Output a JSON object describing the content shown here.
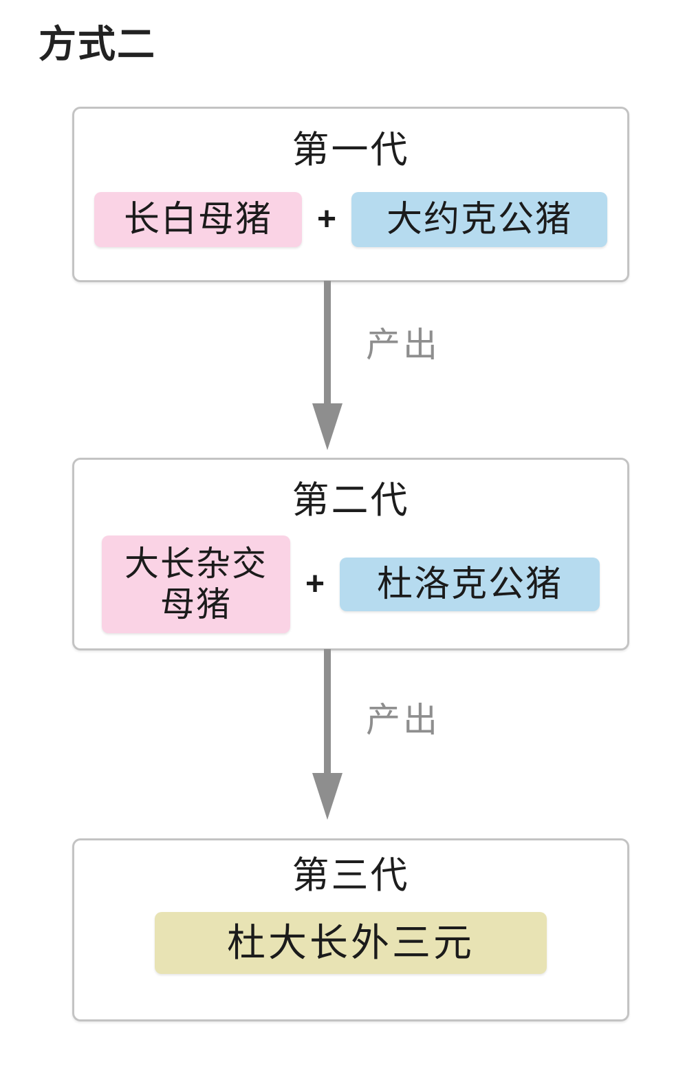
{
  "page": {
    "title": "方式二",
    "background_color": "#ffffff"
  },
  "colors": {
    "female_tag": "#fad3e5",
    "male_tag": "#b6dbef",
    "result_tag": "#e8e3b4",
    "card_border": "#c3c3c3",
    "arrow": "#8e8e8e",
    "text": "#1b1b1b"
  },
  "generations": [
    {
      "id": "gen-1",
      "title": "第一代",
      "female": "长白母猪",
      "plus": "+",
      "male": "大约克公猪"
    },
    {
      "id": "gen-2",
      "title": "第二代",
      "female_line1": "大长杂交",
      "female_line2": "母猪",
      "plus": "+",
      "male": "杜洛克公猪"
    },
    {
      "id": "gen-3",
      "title": "第三代",
      "result": "杜大长外三元"
    }
  ],
  "connectors": [
    {
      "id": "connector-1",
      "label": "产出"
    },
    {
      "id": "connector-2",
      "label": "产出"
    }
  ]
}
